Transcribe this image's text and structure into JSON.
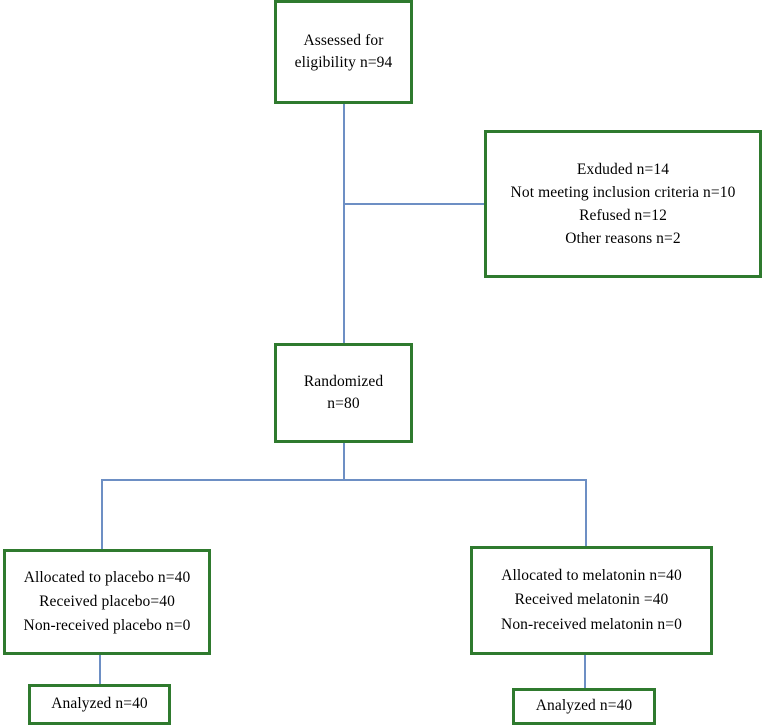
{
  "diagram": {
    "title": "CONSORT participant flow diagram",
    "colors": {
      "box_border": "#2f7a2e",
      "connector": "#6d8fc4",
      "background": "#ffffff",
      "text": "#000000"
    },
    "nodes": {
      "assessed": {
        "name": "assessed-for-eligibility",
        "text": "Assessed for\neligibility n=94",
        "count": 94
      },
      "excluded": {
        "name": "excluded",
        "text": "Exduded n=14\nNot meeting inclusion criteria n=10\nRefused n=12\nOther reasons n=2",
        "lines": [
          "Exduded n=14",
          "Not meeting inclusion criteria n=10",
          "Refused n=12",
          "Other reasons n=2"
        ],
        "total": 14,
        "not_meeting_inclusion_criteria": 10,
        "refused": 12,
        "other_reasons": 2
      },
      "randomized": {
        "name": "randomized",
        "text": "Randomized\nn=80",
        "count": 80
      },
      "allocated_placebo": {
        "name": "allocated-to-placebo",
        "text": "Allocated to placebo n=40\nReceived placebo=40\nNon-received placebo n=0",
        "lines": [
          "Allocated to placebo n=40",
          "Received placebo=40",
          "Non-received placebo n=0"
        ],
        "allocated": 40,
        "received": 40,
        "non_received": 0
      },
      "allocated_melatonin": {
        "name": "allocated-to-melatonin",
        "text": "Allocated to melatonin n=40\nReceived melatonin =40\nNon-received melatonin n=0",
        "lines": [
          "Allocated to melatonin n=40",
          "Received melatonin =40",
          "Non-received melatonin n=0"
        ],
        "allocated": 40,
        "received": 40,
        "non_received": 0
      },
      "analyzed_placebo": {
        "name": "analyzed-placebo",
        "text": "Analyzed n=40",
        "count": 40
      },
      "analyzed_melatonin": {
        "name": "analyzed-melatonin",
        "text": "Analyzed n=40",
        "count": 40
      }
    }
  }
}
